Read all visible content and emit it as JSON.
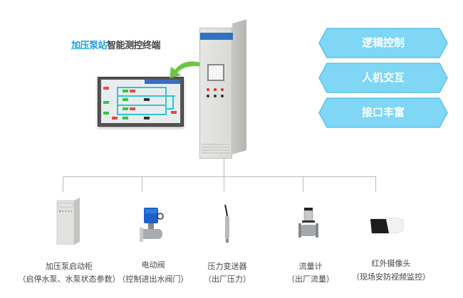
{
  "title": {
    "highlight": "加压泵站",
    "rest": "智能测控终端"
  },
  "features": [
    {
      "label": "逻辑控制"
    },
    {
      "label": "人机交互"
    },
    {
      "label": "接口丰富"
    }
  ],
  "colors": {
    "accent": "#1aa1e0",
    "feature_fill": "#7fd6f5",
    "feature_border": "#5cc3eb",
    "line": "#bbbbbb",
    "arrow": "#6cc644"
  },
  "devices": [
    {
      "name": "加压泵启动柜",
      "desc": "（启停水泵、水泵状态参数）",
      "icon": "control-cabinet-icon"
    },
    {
      "name": "电动阀",
      "desc": "（控制进出水阀门）",
      "icon": "electric-valve-icon"
    },
    {
      "name": "压力变送器",
      "desc": "（出厂压力）",
      "icon": "pressure-transmitter-icon"
    },
    {
      "name": "流量计",
      "desc": "（出厂流量）",
      "icon": "flow-meter-icon"
    },
    {
      "name": "红外摄像头",
      "desc": "（现场安防视频监控）",
      "icon": "infrared-camera-icon"
    }
  ]
}
